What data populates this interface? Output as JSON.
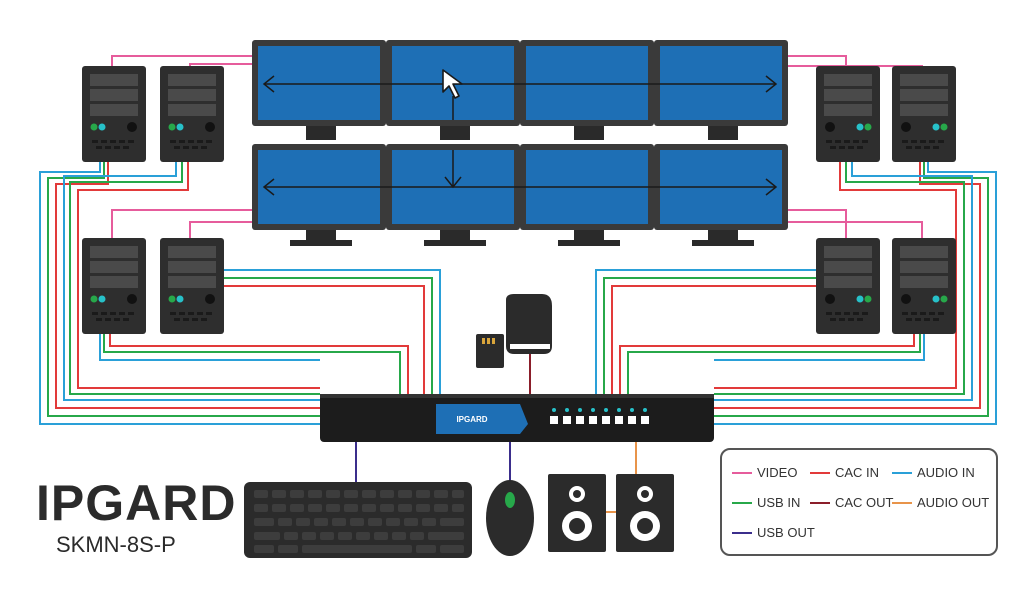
{
  "brand": {
    "logo": "IPGARD",
    "model": "SKMN-8S-P"
  },
  "device": {
    "badge": "IPGARD",
    "port_count": 8
  },
  "legend": [
    {
      "label": "VIDEO",
      "color": "#e65c9c"
    },
    {
      "label": "CAC IN",
      "color": "#e23a3a"
    },
    {
      "label": "AUDIO IN",
      "color": "#2aa0d8"
    },
    {
      "label": "USB IN",
      "color": "#27a84a"
    },
    {
      "label": "CAC OUT",
      "color": "#8b1e2a"
    },
    {
      "label": "AUDIO OUT",
      "color": "#e8944a"
    },
    {
      "label": "USB OUT",
      "color": "#3b2e8c"
    }
  ],
  "colors": {
    "monitor_screen": "#1e6fb5",
    "device_body": "#1c1c1c",
    "computer_body": "#2e2e2e",
    "accent_led": "#27c1c9"
  },
  "icons": [
    "cursor-icon",
    "card-reader-icon",
    "keyboard-icon",
    "mouse-icon",
    "speaker-icon"
  ]
}
